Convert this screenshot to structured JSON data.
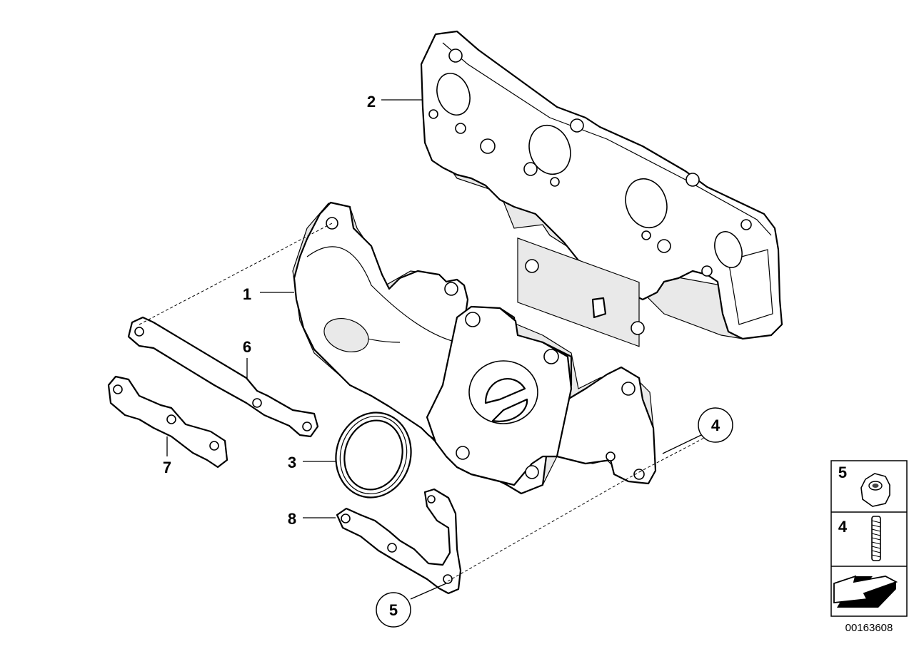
{
  "labels": {
    "p1": "1",
    "p2": "2",
    "p3": "3",
    "p4": "4",
    "p5": "5",
    "p6": "6",
    "p7": "7",
    "p8": "8"
  },
  "legend": {
    "item_nut": "5",
    "item_stud": "4"
  },
  "image_number": "00163608"
}
